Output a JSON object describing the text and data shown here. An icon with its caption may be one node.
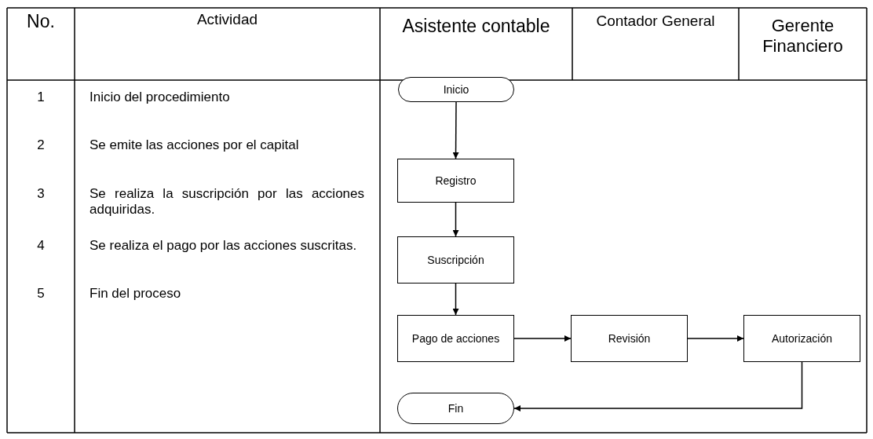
{
  "diagram": {
    "nodes": [
      {
        "text": [
          "Inicio"
        ]
      },
      {
        "text": [
          "Registro"
        ]
      },
      {
        "text": [
          "Suscripción"
        ]
      },
      {
        "text": [
          "Pago de acciones"
        ]
      },
      {
        "text": [
          "Revisión"
        ]
      },
      {
        "text": [
          "Autorización"
        ]
      },
      {
        "text": [
          "Fin"
        ]
      }
    ],
    "edges": [
      {
        "from": 0,
        "to": 1,
        "arrow": "to"
      },
      {
        "from": 1,
        "to": 2,
        "arrow": "to"
      },
      {
        "from": 2,
        "to": 3,
        "arrow": "to"
      },
      {
        "from": 3,
        "to": 4,
        "arrow": "to"
      },
      {
        "from": 4,
        "to": 5,
        "arrow": "to"
      },
      {
        "from": 5,
        "to": 6,
        "arrow": "to"
      }
    ],
    "labels": [
      "No.",
      "Actividad",
      "Asistente contable",
      "Contador General",
      "Gerente Financiero",
      "1",
      "Inicio del procedimiento",
      "2",
      "Se emite las acciones por el capital",
      "3",
      "Se realiza la suscripción por las acciones adquiridas.",
      "4",
      "Se realiza el pago por las acciones suscritas.",
      "5",
      "Fin del proceso"
    ]
  }
}
